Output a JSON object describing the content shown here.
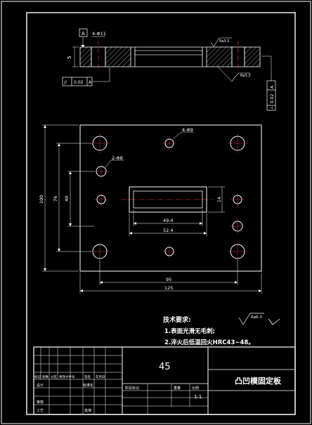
{
  "datum_label": "A",
  "top_hole_callout": "4-Φ11",
  "top_thickness_dim": "5",
  "roughness_top_right": "Ra3.2",
  "roughness_right": "Ra3.2",
  "parallelism_tol": {
    "symbol": "//",
    "value": "0.02",
    "datum": "A"
  },
  "perpendicular_tol": {
    "symbol": "⊥",
    "value": "0.02",
    "datum": "A"
  },
  "plan_callouts": {
    "holes_4": "4-Φ9",
    "holes_2": "2-Φ8"
  },
  "dims": {
    "height_outer": "100",
    "height_mid": "76",
    "height_inner": "40",
    "slot_height": "14",
    "slot_inner_w": "49.4",
    "slot_outer_w": "52.4",
    "hole_span": "95",
    "width_total": "125"
  },
  "tech_title": "技术要求:",
  "tech_notes": [
    "1.表面光滑无毛刺;",
    "2.淬火后低温回火HRC43~48。"
  ],
  "general_roughness": "Ra6.3",
  "title_block": {
    "material": "45",
    "part_name": "凸凹模固定板",
    "ratio": "1:1",
    "row_labels": [
      "标记",
      "处数",
      "分区",
      "更改文件号",
      "签名",
      "年月日"
    ],
    "role_labels": [
      "设计",
      "标准化",
      "审核",
      "工艺",
      "批准"
    ],
    "mid_labels": [
      "阶段标记",
      "重量",
      "比例"
    ]
  }
}
